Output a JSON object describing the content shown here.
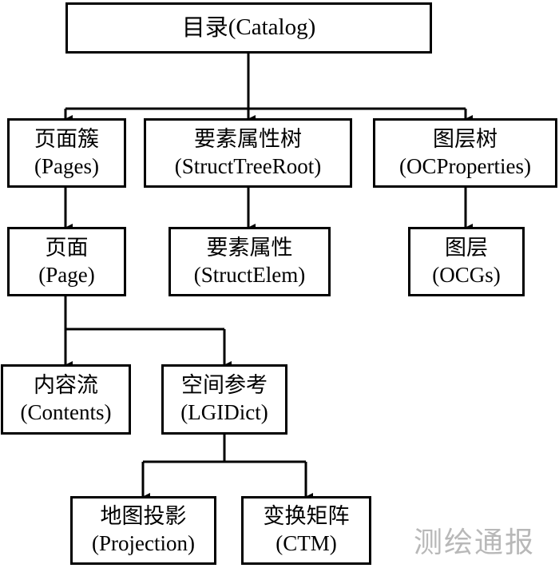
{
  "nodes": {
    "catalog": {
      "zh": "目录",
      "en": "(Catalog)"
    },
    "pages": {
      "zh": "页面簇",
      "en": "(Pages)"
    },
    "struct_tree_root": {
      "zh": "要素属性树",
      "en": "(StructTreeRoot)"
    },
    "oc_properties": {
      "zh": "图层树",
      "en": "(OCProperties)"
    },
    "page": {
      "zh": "页面",
      "en": "(Page)"
    },
    "struct_elem": {
      "zh": "要素属性",
      "en": "(StructElem)"
    },
    "ocgs": {
      "zh": "图层",
      "en": "(OCGs)"
    },
    "contents": {
      "zh": "内容流",
      "en": "(Contents)"
    },
    "lgidict": {
      "zh": "空间参考",
      "en": "(LGIDict)"
    },
    "projection": {
      "zh": "地图投影",
      "en": "(Projection)"
    },
    "ctm": {
      "zh": "变换矩阵",
      "en": "(CTM)"
    }
  },
  "watermark": "测绘通报",
  "colors": {
    "line": "#000000",
    "box_border": "#000000",
    "watermark": "#b8b8b8"
  }
}
